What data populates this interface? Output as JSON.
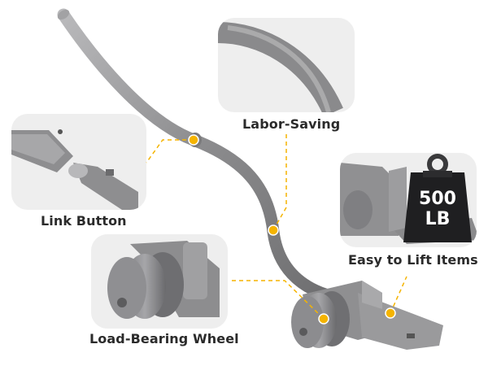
{
  "callouts": {
    "labor_saving": "Labor-Saving",
    "link_button": "Link Button",
    "easy_lift": "Easy to Lift Items",
    "load_wheel": "Load-Bearing Wheel"
  },
  "weight": {
    "value": "500",
    "unit": "LB"
  },
  "colors": {
    "accent": "#f5b400",
    "metal": "#8f8f91",
    "panel": "#eeeeee"
  }
}
